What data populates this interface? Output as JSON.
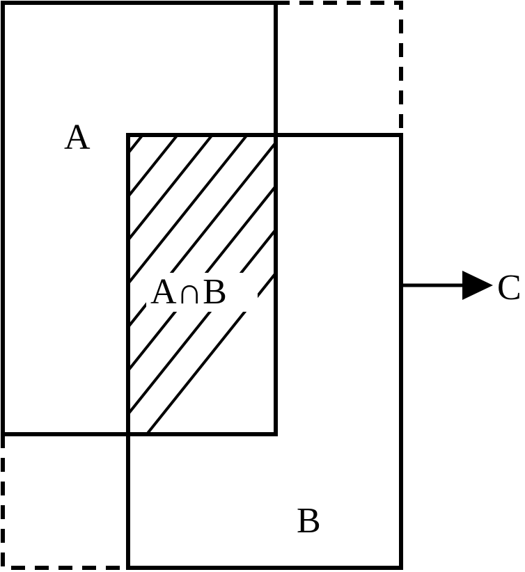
{
  "labels": {
    "set_a": "A",
    "set_b": "B",
    "intersection": "A∩B",
    "arrow_target": "C"
  },
  "colors": {
    "stroke": "#000000",
    "background": "#ffffff"
  }
}
